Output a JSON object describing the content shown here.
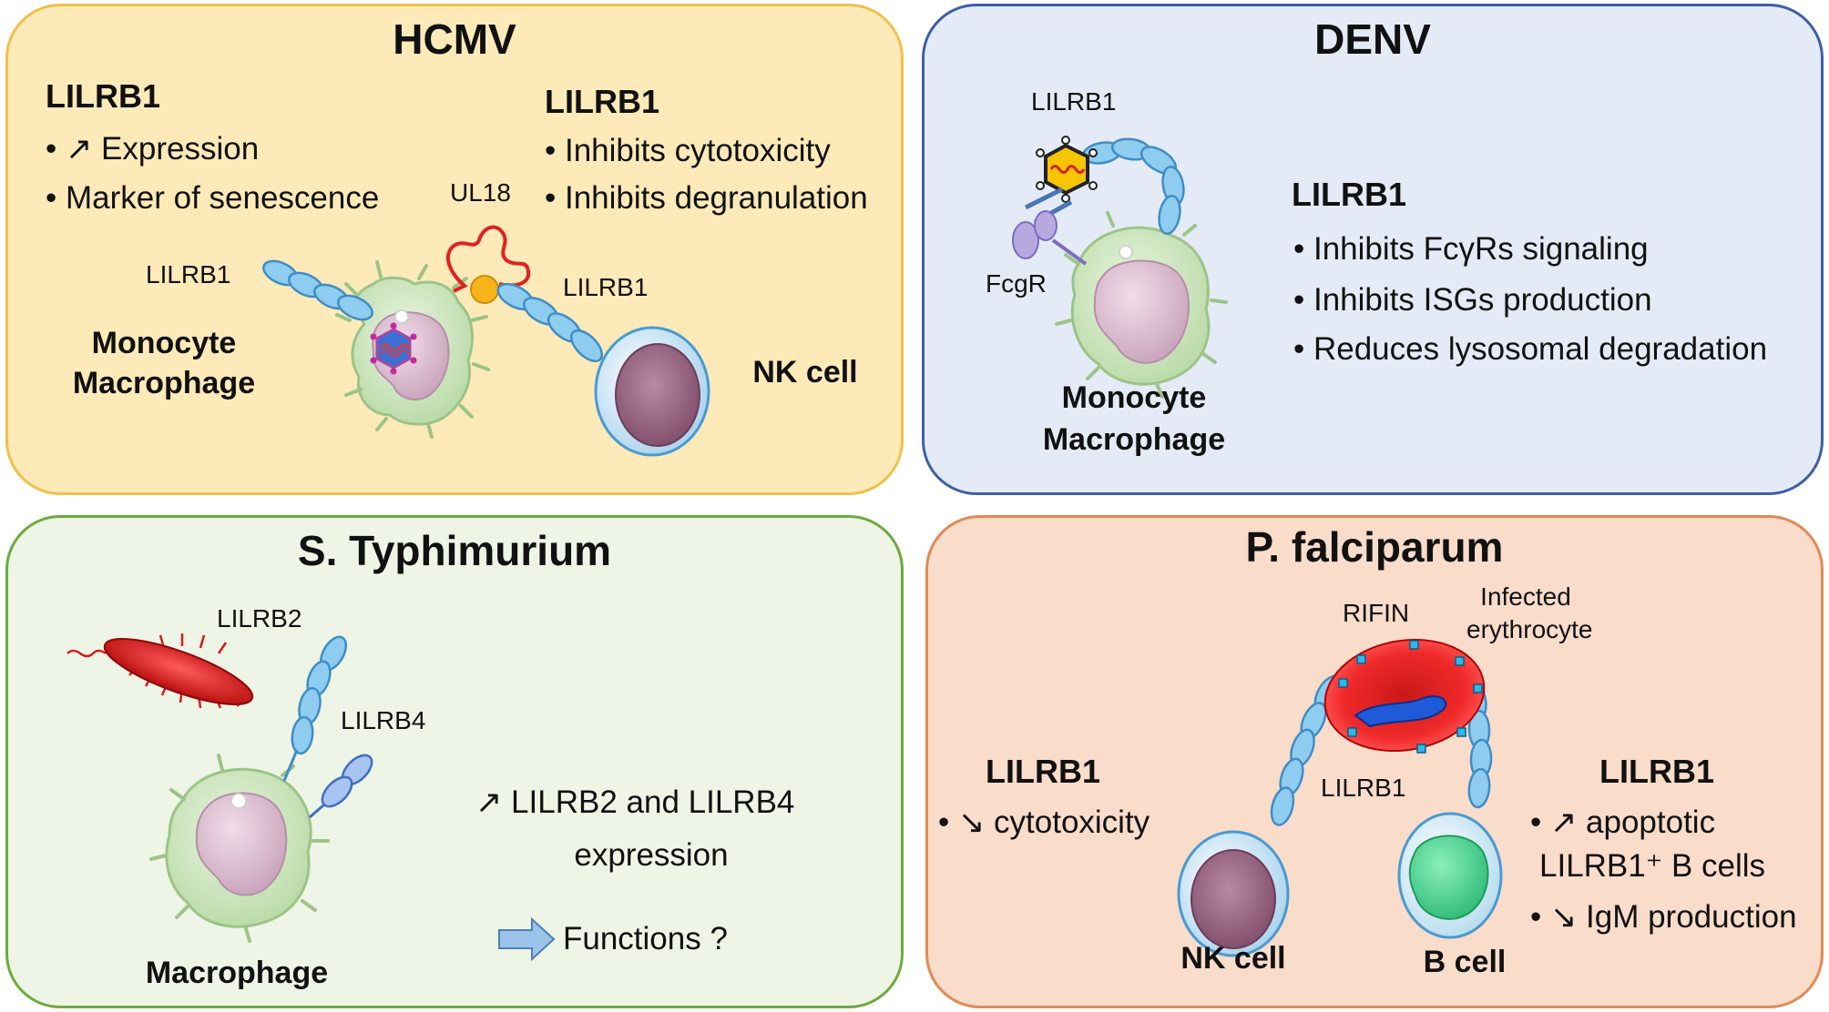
{
  "hcmv": {
    "title": "HCMV",
    "left_heading": "LILRB1",
    "left_bullets": [
      "• ↗ Expression",
      "• Marker of senescence"
    ],
    "right_heading": "LILRB1",
    "right_bullets": [
      "• Inhibits  cytotoxicity",
      "• Inhibits  degranulation"
    ],
    "ul18": "UL18",
    "receptor_left": "LILRB1",
    "receptor_right": "LILRB1",
    "cell_left_line1": "Monocyte",
    "cell_left_line2": "Macrophage",
    "cell_right": "NK cell"
  },
  "denv": {
    "title": "DENV",
    "receptor": "LILRB1",
    "fcgr": "FcgR",
    "heading": "LILRB1",
    "bullets": [
      "• Inhibits  FcγRs signaling",
      "• Inhibits  ISGs production",
      "• Reduces  lysosomal degradation"
    ],
    "cell_line1": "Monocyte",
    "cell_line2": "Macrophage"
  },
  "styp": {
    "title": "S. Typhimurium",
    "receptor_b2": "LILRB2",
    "receptor_b4": "LILRB4",
    "effect_line1": "↗ LILRB2 and LILRB4",
    "effect_line2": "expression",
    "functions": "Functions ?",
    "cell": "Macrophage"
  },
  "pfal": {
    "title": "P. falciparum",
    "rifin": "RIFIN",
    "erythrocyte_line1": "Infected",
    "erythrocyte_line2": "erythrocyte",
    "receptor": "LILRB1",
    "left_heading": "LILRB1",
    "left_bullet": "• ↘ cytotoxicity",
    "right_heading": "LILRB1",
    "right_bullet1_line1": "• ↗ apoptotic",
    "right_bullet1_line2": "LILRB1⁺ B cells",
    "right_bullet2": "• ↘ IgM production",
    "cell_nk": "NK cell",
    "cell_b": "B cell"
  },
  "colors": {
    "hcmv_fill": "#fdeab8",
    "denv_fill": "#e4ebf7",
    "styp_fill": "#eef5e6",
    "pfal_fill": "#fadccb",
    "receptor": "#8fcdf0",
    "macrophage": "#cfe6c3",
    "nucleus": "#e2c6d6"
  }
}
